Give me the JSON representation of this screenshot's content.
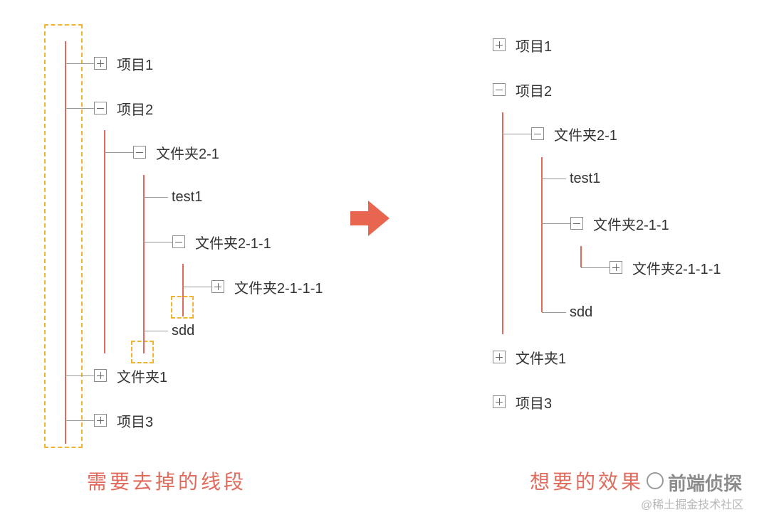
{
  "left_tree": {
    "items": [
      {
        "label": "项目1",
        "icon": "plus-box-icon"
      },
      {
        "label": "项目2",
        "icon": "minus-box-icon"
      },
      {
        "label": "文件夹2-1",
        "icon": "minus-box-icon"
      },
      {
        "label": "test1",
        "icon": ""
      },
      {
        "label": "文件夹2-1-1",
        "icon": "minus-box-icon"
      },
      {
        "label": "文件夹2-1-1-1",
        "icon": "plus-box-icon"
      },
      {
        "label": "sdd",
        "icon": ""
      },
      {
        "label": "文件夹1",
        "icon": "plus-box-icon"
      },
      {
        "label": "项目3",
        "icon": "plus-box-icon"
      }
    ],
    "caption": "需要去掉的线段"
  },
  "right_tree": {
    "items": [
      {
        "label": "项目1",
        "icon": "plus-box-icon"
      },
      {
        "label": "项目2",
        "icon": "minus-box-icon"
      },
      {
        "label": "文件夹2-1",
        "icon": "minus-box-icon"
      },
      {
        "label": "test1",
        "icon": ""
      },
      {
        "label": "文件夹2-1-1",
        "icon": "minus-box-icon"
      },
      {
        "label": "文件夹2-1-1-1",
        "icon": "plus-box-icon"
      },
      {
        "label": "sdd",
        "icon": ""
      },
      {
        "label": "文件夹1",
        "icon": "plus-box-icon"
      },
      {
        "label": "项目3",
        "icon": "plus-box-icon"
      }
    ],
    "caption": "想要的效果"
  },
  "watermark": {
    "title": "前端侦探",
    "subtitle": "@稀土掘金技术社区"
  },
  "colors": {
    "guide_line": "#e06b5c",
    "highlight_dash": "#f0b535",
    "arrow": "#e8664f",
    "caption": "#e06b5c"
  }
}
